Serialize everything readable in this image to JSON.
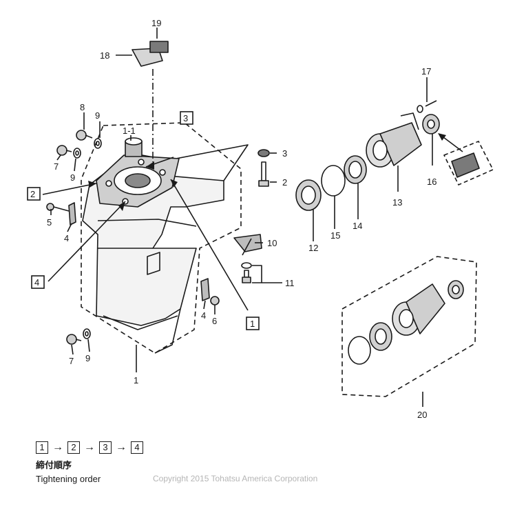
{
  "callouts": {
    "c1": "1",
    "c1_1": "1-1",
    "c2": "2",
    "c3": "3",
    "c4a": "4",
    "c4b": "4",
    "c5": "5",
    "c6": "6",
    "c7a": "7",
    "c7b": "7",
    "c8": "8",
    "c9a": "9",
    "c9b": "9",
    "c9c": "9",
    "c10": "10",
    "c11": "11",
    "c12": "12",
    "c13": "13",
    "c14": "14",
    "c15": "15",
    "c16": "16",
    "c17": "17",
    "c18": "18",
    "c19": "19",
    "c20": "20"
  },
  "order_boxes": {
    "b1": "1",
    "b2": "2",
    "b3": "3",
    "b4": "4"
  },
  "legend": {
    "seq": [
      "1",
      "2",
      "3",
      "4"
    ],
    "arrow": "→",
    "japanese": "締付順序",
    "english": "Tightening order"
  },
  "copyright": "Copyright 2015 Tohatsu America Corporation"
}
